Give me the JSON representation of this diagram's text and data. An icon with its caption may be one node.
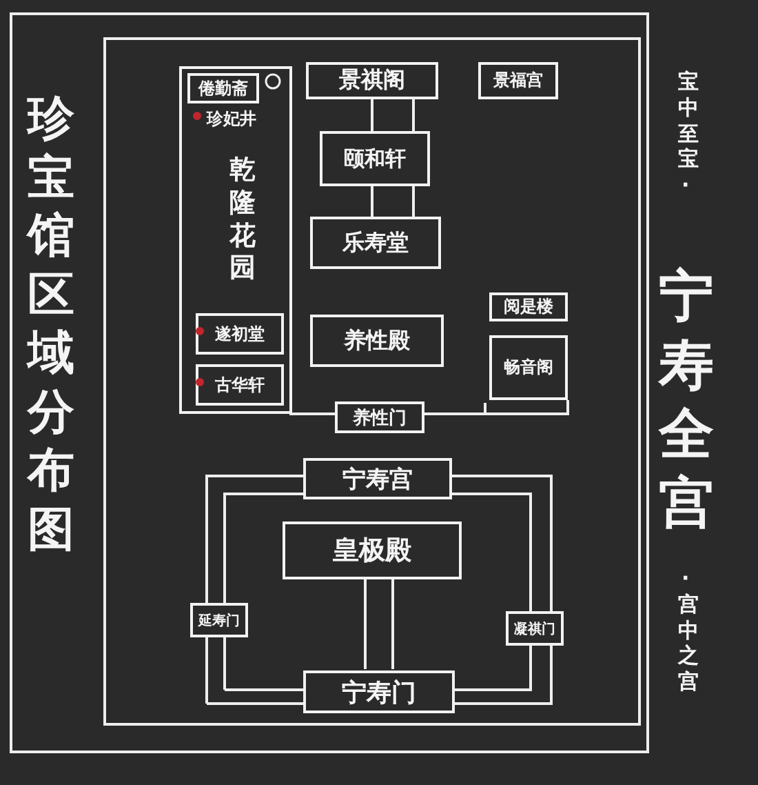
{
  "diagram": {
    "title": "珍宝馆区域分布图",
    "nodes": [
      {
        "text": [
          "乾隆花园"
        ]
      },
      {
        "text": [
          "倦勤斋"
        ],
        "in": 0
      },
      {
        "text": [
          "珍妃井"
        ],
        "in": 0
      },
      {
        "text": [
          "遂初堂"
        ],
        "in": 0
      },
      {
        "text": [
          "古华轩"
        ],
        "in": 0
      },
      {
        "text": [
          "景祺阁"
        ]
      },
      {
        "text": [
          "颐和轩"
        ]
      },
      {
        "text": [
          "乐寿堂"
        ]
      },
      {
        "text": [
          "养性殿"
        ]
      },
      {
        "text": [
          "景福宫"
        ]
      },
      {
        "text": [
          "阅是楼"
        ]
      },
      {
        "text": [
          "畅音阁"
        ]
      },
      {
        "text": [
          "养性门"
        ]
      },
      {
        "text": [
          "宁寿宫"
        ]
      },
      {
        "text": [
          "皇极殿"
        ]
      },
      {
        "text": [
          "延寿门"
        ]
      },
      {
        "text": [
          "凝祺门"
        ]
      },
      {
        "text": [
          "宁寿门"
        ]
      }
    ],
    "labels": [
      "宝中至宝·",
      "宁寿全宫",
      "·宫中之宫"
    ]
  }
}
